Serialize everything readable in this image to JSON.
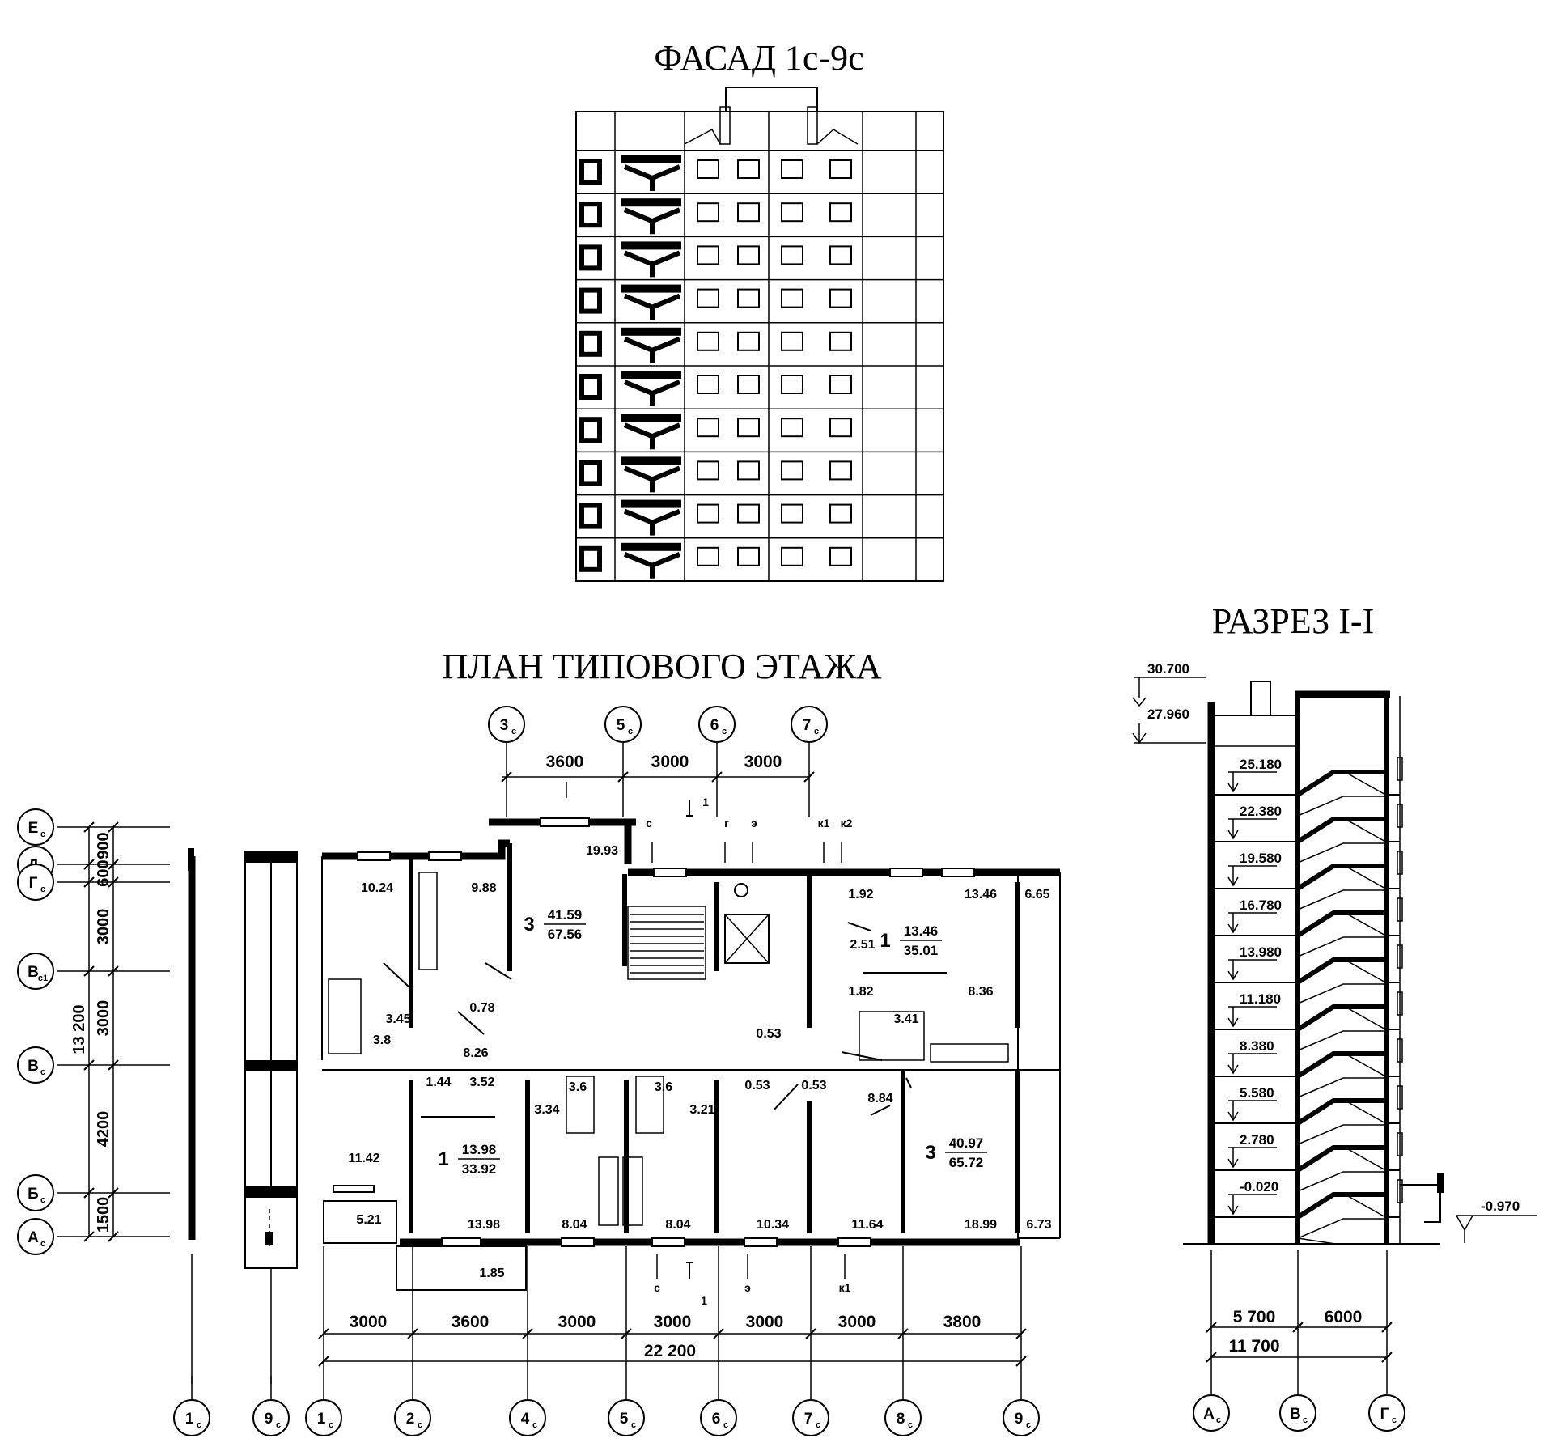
{
  "facade": {
    "title": "ФАСАД 1с-9с"
  },
  "plan": {
    "title": "ПЛАН ТИПОВОГО ЭТАЖА",
    "top_axes": [
      {
        "n": "3",
        "s": "с"
      },
      {
        "n": "5",
        "s": "с"
      },
      {
        "n": "6",
        "s": "с"
      },
      {
        "n": "7",
        "s": "с"
      }
    ],
    "top_dims": [
      "3600",
      "3000",
      "3000"
    ],
    "left_axes": [
      {
        "n": "Е",
        "s": "с"
      },
      {
        "n": "Д",
        "s": "с"
      },
      {
        "n": "Г",
        "s": "с"
      },
      {
        "n": "В",
        "s": "с1"
      },
      {
        "n": "В",
        "s": "с"
      },
      {
        "n": "Б",
        "s": "с"
      },
      {
        "n": "А",
        "s": "с"
      }
    ],
    "left_dims": [
      "900",
      "600",
      "3000",
      "3000",
      "4200",
      "1500"
    ],
    "left_total": "13 200",
    "bottom_dims": [
      "3000",
      "3600",
      "3000",
      "3000",
      "3000",
      "3000",
      "3800"
    ],
    "bottom_total": "22 200",
    "bottom_axes": [
      {
        "n": "1",
        "s": "с"
      },
      {
        "n": "9",
        "s": "с"
      },
      {
        "n": "1",
        "s": "с"
      },
      {
        "n": "2",
        "s": "с"
      },
      {
        "n": "4",
        "s": "с"
      },
      {
        "n": "5",
        "s": "с"
      },
      {
        "n": "6",
        "s": "с"
      },
      {
        "n": "7",
        "s": "с"
      },
      {
        "n": "8",
        "s": "с"
      },
      {
        "n": "9",
        "s": "с"
      }
    ],
    "room_areas": [
      "10.24",
      "9.88",
      "19.93",
      "13.46",
      "6.65",
      "1.92",
      "2.51",
      "0.78",
      "3.45",
      "3.8",
      "8.26",
      "1.82",
      "8.36",
      "3.41",
      "0.53",
      "1.44",
      "3.52",
      "3.6",
      "3.34",
      "3.6",
      "3.21",
      "0.53",
      "0.53",
      "8.84",
      "11.42",
      "5.21",
      "1.85",
      "13.98",
      "8.04",
      "8.04",
      "10.34",
      "11.64",
      "18.99",
      "6.73"
    ],
    "apartments": [
      {
        "rooms": "3",
        "living": "41.59",
        "total": "67.56"
      },
      {
        "rooms": "1",
        "living": "13.46",
        "total": "35.01"
      },
      {
        "rooms": "1",
        "living": "13.98",
        "total": "33.92"
      },
      {
        "rooms": "3",
        "living": "40.97",
        "total": "65.72"
      }
    ],
    "network_labels": [
      "с",
      "г",
      "э",
      "к1",
      "к2",
      "1"
    ]
  },
  "section": {
    "title": "РАЗРЕЗ  I-I",
    "top_elevations": [
      "30.700",
      "27.960"
    ],
    "floor_elevations": [
      "25.180",
      "22.380",
      "19.580",
      "16.780",
      "13.980",
      "11.180",
      "8.380",
      "5.580",
      "2.780",
      "-0.020"
    ],
    "ground_elevation": "-0.970",
    "dims": [
      "5 700",
      "6000"
    ],
    "total": "11 700",
    "axes": [
      {
        "n": "А",
        "s": "с"
      },
      {
        "n": "В",
        "s": "с"
      },
      {
        "n": "Г",
        "s": "с"
      }
    ]
  }
}
